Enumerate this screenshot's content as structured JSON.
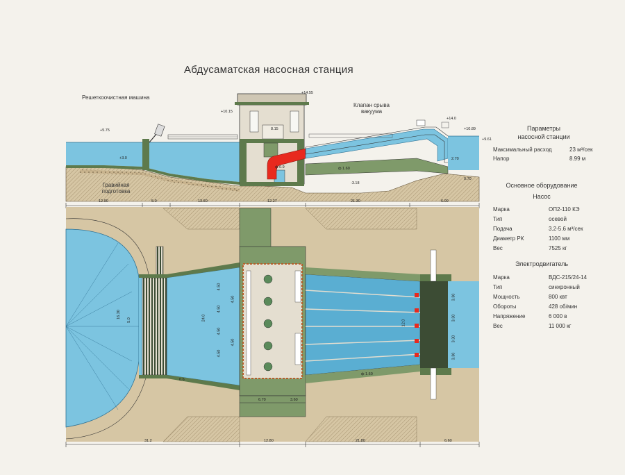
{
  "title": "Абдусаматская насосная станция",
  "labels": {
    "screen_cleaner": "Решеткоочистная машина",
    "vacuum_valve": "Клапан срыва вакуума",
    "gravel": "Гравийная подготовка"
  },
  "elevations": {
    "e1": "+5.75",
    "e2": "+10.15",
    "e3": "+14.55",
    "e4": "+14.0",
    "e5": "+10.89",
    "e6": "+9.61",
    "e7": "+3.0",
    "e8": "-3.18",
    "e9": "8.15",
    "e10": "ф 1.60",
    "e11": "ф 0.9",
    "e12": "2.70",
    "e13": "0.70"
  },
  "section_dims": [
    "12.90",
    "5.0",
    "13.60",
    "12.27",
    "21.30",
    "6.00"
  ],
  "plan_dims": {
    "bottom": [
      "31.2",
      "12.80",
      "21.80",
      "6.60"
    ],
    "inner": [
      "6.70",
      "3.60"
    ],
    "vertical": [
      "16.30",
      "5.0",
      "24.0",
      "4.50",
      "4.50",
      "4.50",
      "4.50",
      "4.50",
      "4.50",
      "12.0",
      "3.30",
      "3.30",
      "3.30",
      "3.30"
    ],
    "misc": [
      "0.6",
      "ф 1.60"
    ]
  },
  "params": {
    "heading": [
      "Параметры",
      "насосной станции"
    ],
    "rows": [
      {
        "k": "Максимальный расход",
        "v": "23 м³/сек"
      },
      {
        "k": "Напор",
        "v": "8.99 м"
      }
    ]
  },
  "equipment": {
    "heading": "Основное оборудование"
  },
  "pump": {
    "heading": "Насос",
    "rows": [
      {
        "k": "Марка",
        "v": "ОП2-110 КЭ"
      },
      {
        "k": "Тип",
        "v": "осевой"
      },
      {
        "k": "Подача",
        "v": "3.2-5.6 м³/сек"
      },
      {
        "k": "Диаметр РК",
        "v": "1100 мм"
      },
      {
        "k": "Вес",
        "v": "7525 кг"
      }
    ]
  },
  "motor": {
    "heading": "Электродвигатель",
    "rows": [
      {
        "k": "Марка",
        "v": "ВДС-215/24-14"
      },
      {
        "k": "Тип",
        "v": "синхронный"
      },
      {
        "k": "Мощность",
        "v": "800 квт"
      },
      {
        "k": "Обороты",
        "v": "428 об/мин"
      },
      {
        "k": "Напряжение",
        "v": "6 000 в"
      },
      {
        "k": "Вес",
        "v": "11 000 кг"
      }
    ]
  },
  "colors": {
    "water": "#7cc4e0",
    "water_dark": "#5aaed2",
    "ground": "#d6c6a4",
    "soil_dark": "#8a7a5c",
    "concrete": "#7f9a6a",
    "concrete_dark": "#5e7a4c",
    "pipe_red": "#e8291e",
    "line": "#3a3a3a",
    "building": "#e4ded0"
  }
}
